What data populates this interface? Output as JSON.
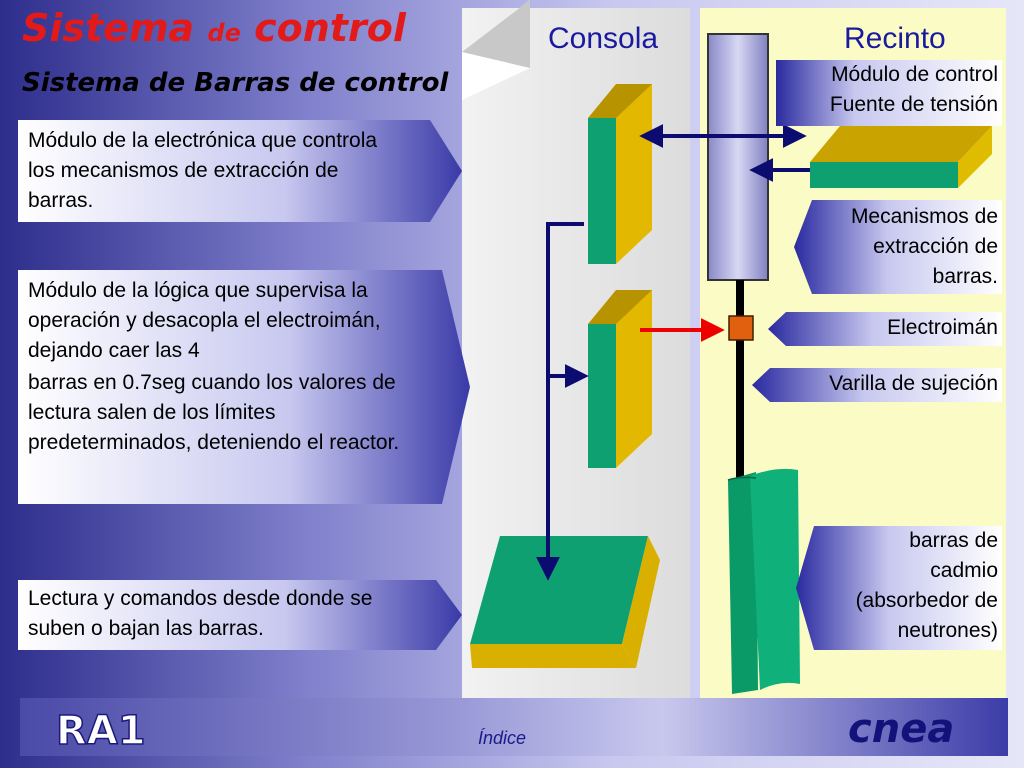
{
  "title": {
    "part1": "Sistema",
    "part2": "de",
    "part3": "control"
  },
  "subtitle": "Sistema de Barras de control",
  "columns": {
    "consola": "Consola",
    "recinto": "Recinto"
  },
  "left_callouts": [
    "Módulo de la electrónica que controla los mecanismos de extracción de barras.",
    "Módulo de la lógica que supervisa la operación y desacopla el electroimán, dejando caer las 4",
    "barras en 0.7seg cuando los valores de lectura salen de los límites predeterminados, deteniendo el reactor.",
    "Lectura y comandos  desde donde se suben o bajan las barras."
  ],
  "right_callouts": {
    "modulo_control": "Módulo de control",
    "fuente_tension": "Fuente de tensión",
    "mecanismos": "Mecanismos de extracción de barras.",
    "electroiman": "Electroimán",
    "varilla": "Varilla de sujeción",
    "barras_cadmio": "barras de cadmio (absorbedor de neutrones)"
  },
  "footer": {
    "logo": "RA1",
    "indice": "Índice",
    "brand": "cnea"
  },
  "colors": {
    "title_red": "#e21a1a",
    "module_green": "#0ea070",
    "module_gold": "#d9b000",
    "arrow_navy": "#0b0b70",
    "arrow_red": "#ee0000",
    "electromagnet_orange": "#e06010"
  }
}
